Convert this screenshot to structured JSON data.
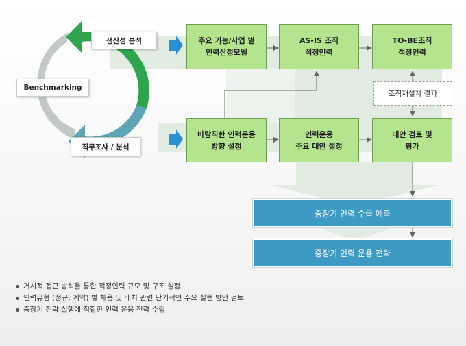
{
  "cycle": {
    "labels": {
      "productivity": "생산성 분석",
      "benchmarking": "Benchmarking",
      "job_analysis": "직무조사 / 분석"
    },
    "colors": {
      "green": "#2ea44f",
      "gray": "#c2c8c4",
      "teal": "#5fa5b8"
    }
  },
  "boxes": {
    "model": "주요 기능/사업 별\n인력산정모델",
    "asis": "AS-IS 조직\n적정인력",
    "tobe": "TO-BE조직\n적정인력",
    "direction": "바람직한 인력운용\n방향 설정",
    "alternatives": "인력운용\n주요 대안 설정",
    "review": "대안 검토 및\n평가",
    "org_result": "조직재설계 결과"
  },
  "results": {
    "forecast": "중장기 인력 수급 예측",
    "strategy": "중장기 인력 운용 전략"
  },
  "bullets": [
    "거시적 접근 방식을 통한 적정인력 규모 및 구조 설정",
    "인력유형 (정규, 계약) 별 채용 및 배치 관련 단기적인 주요 실행 방안 검토",
    "중장기 전략 실행에 적합한 인력 운용 전략 수립"
  ],
  "colors": {
    "green_box": "#b5e48e",
    "green_border": "#6e9f50",
    "blue_box": "#3c9ac3",
    "arrow_blue": "#2b8fd1",
    "band": "#dfeadf"
  }
}
